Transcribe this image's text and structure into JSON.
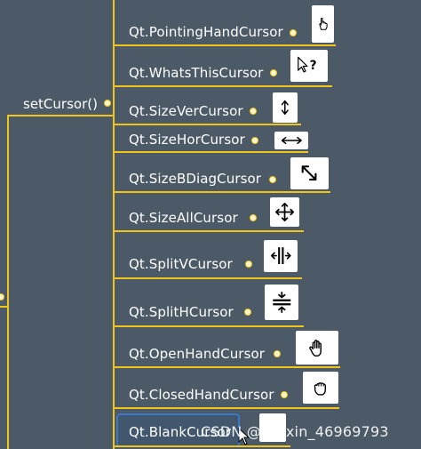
{
  "root": {
    "label": "setCursor()"
  },
  "children": [
    {
      "label": "Qt.PointingHandCursor",
      "icon": "pointing-hand-cursor-icon"
    },
    {
      "label": "Qt.WhatsThisCursor",
      "icon": "whats-this-cursor-icon"
    },
    {
      "label": "Qt.SizeVerCursor",
      "icon": "size-ver-cursor-icon"
    },
    {
      "label": "Qt.SizeHorCursor",
      "icon": "size-hor-cursor-icon"
    },
    {
      "label": "Qt.SizeBDiagCursor",
      "icon": "size-bdiag-cursor-icon"
    },
    {
      "label": "Qt.SizeAllCursor",
      "icon": "size-all-cursor-icon"
    },
    {
      "label": "Qt.SplitVCursor",
      "icon": "split-v-cursor-icon"
    },
    {
      "label": "Qt.SplitHCursor",
      "icon": "split-h-cursor-icon"
    },
    {
      "label": "Qt.OpenHandCursor",
      "icon": "open-hand-cursor-icon"
    },
    {
      "label": "Qt.ClosedHandCursor",
      "icon": "closed-hand-cursor-icon"
    },
    {
      "label": "Qt.BlankCursor",
      "icon": "blank-cursor-icon",
      "selected": true
    }
  ],
  "watermark": "CSDN @weixin_46969793",
  "colors": {
    "background": "#4b5a66",
    "branch": "#f0c419",
    "selection": "#3b78c8"
  }
}
